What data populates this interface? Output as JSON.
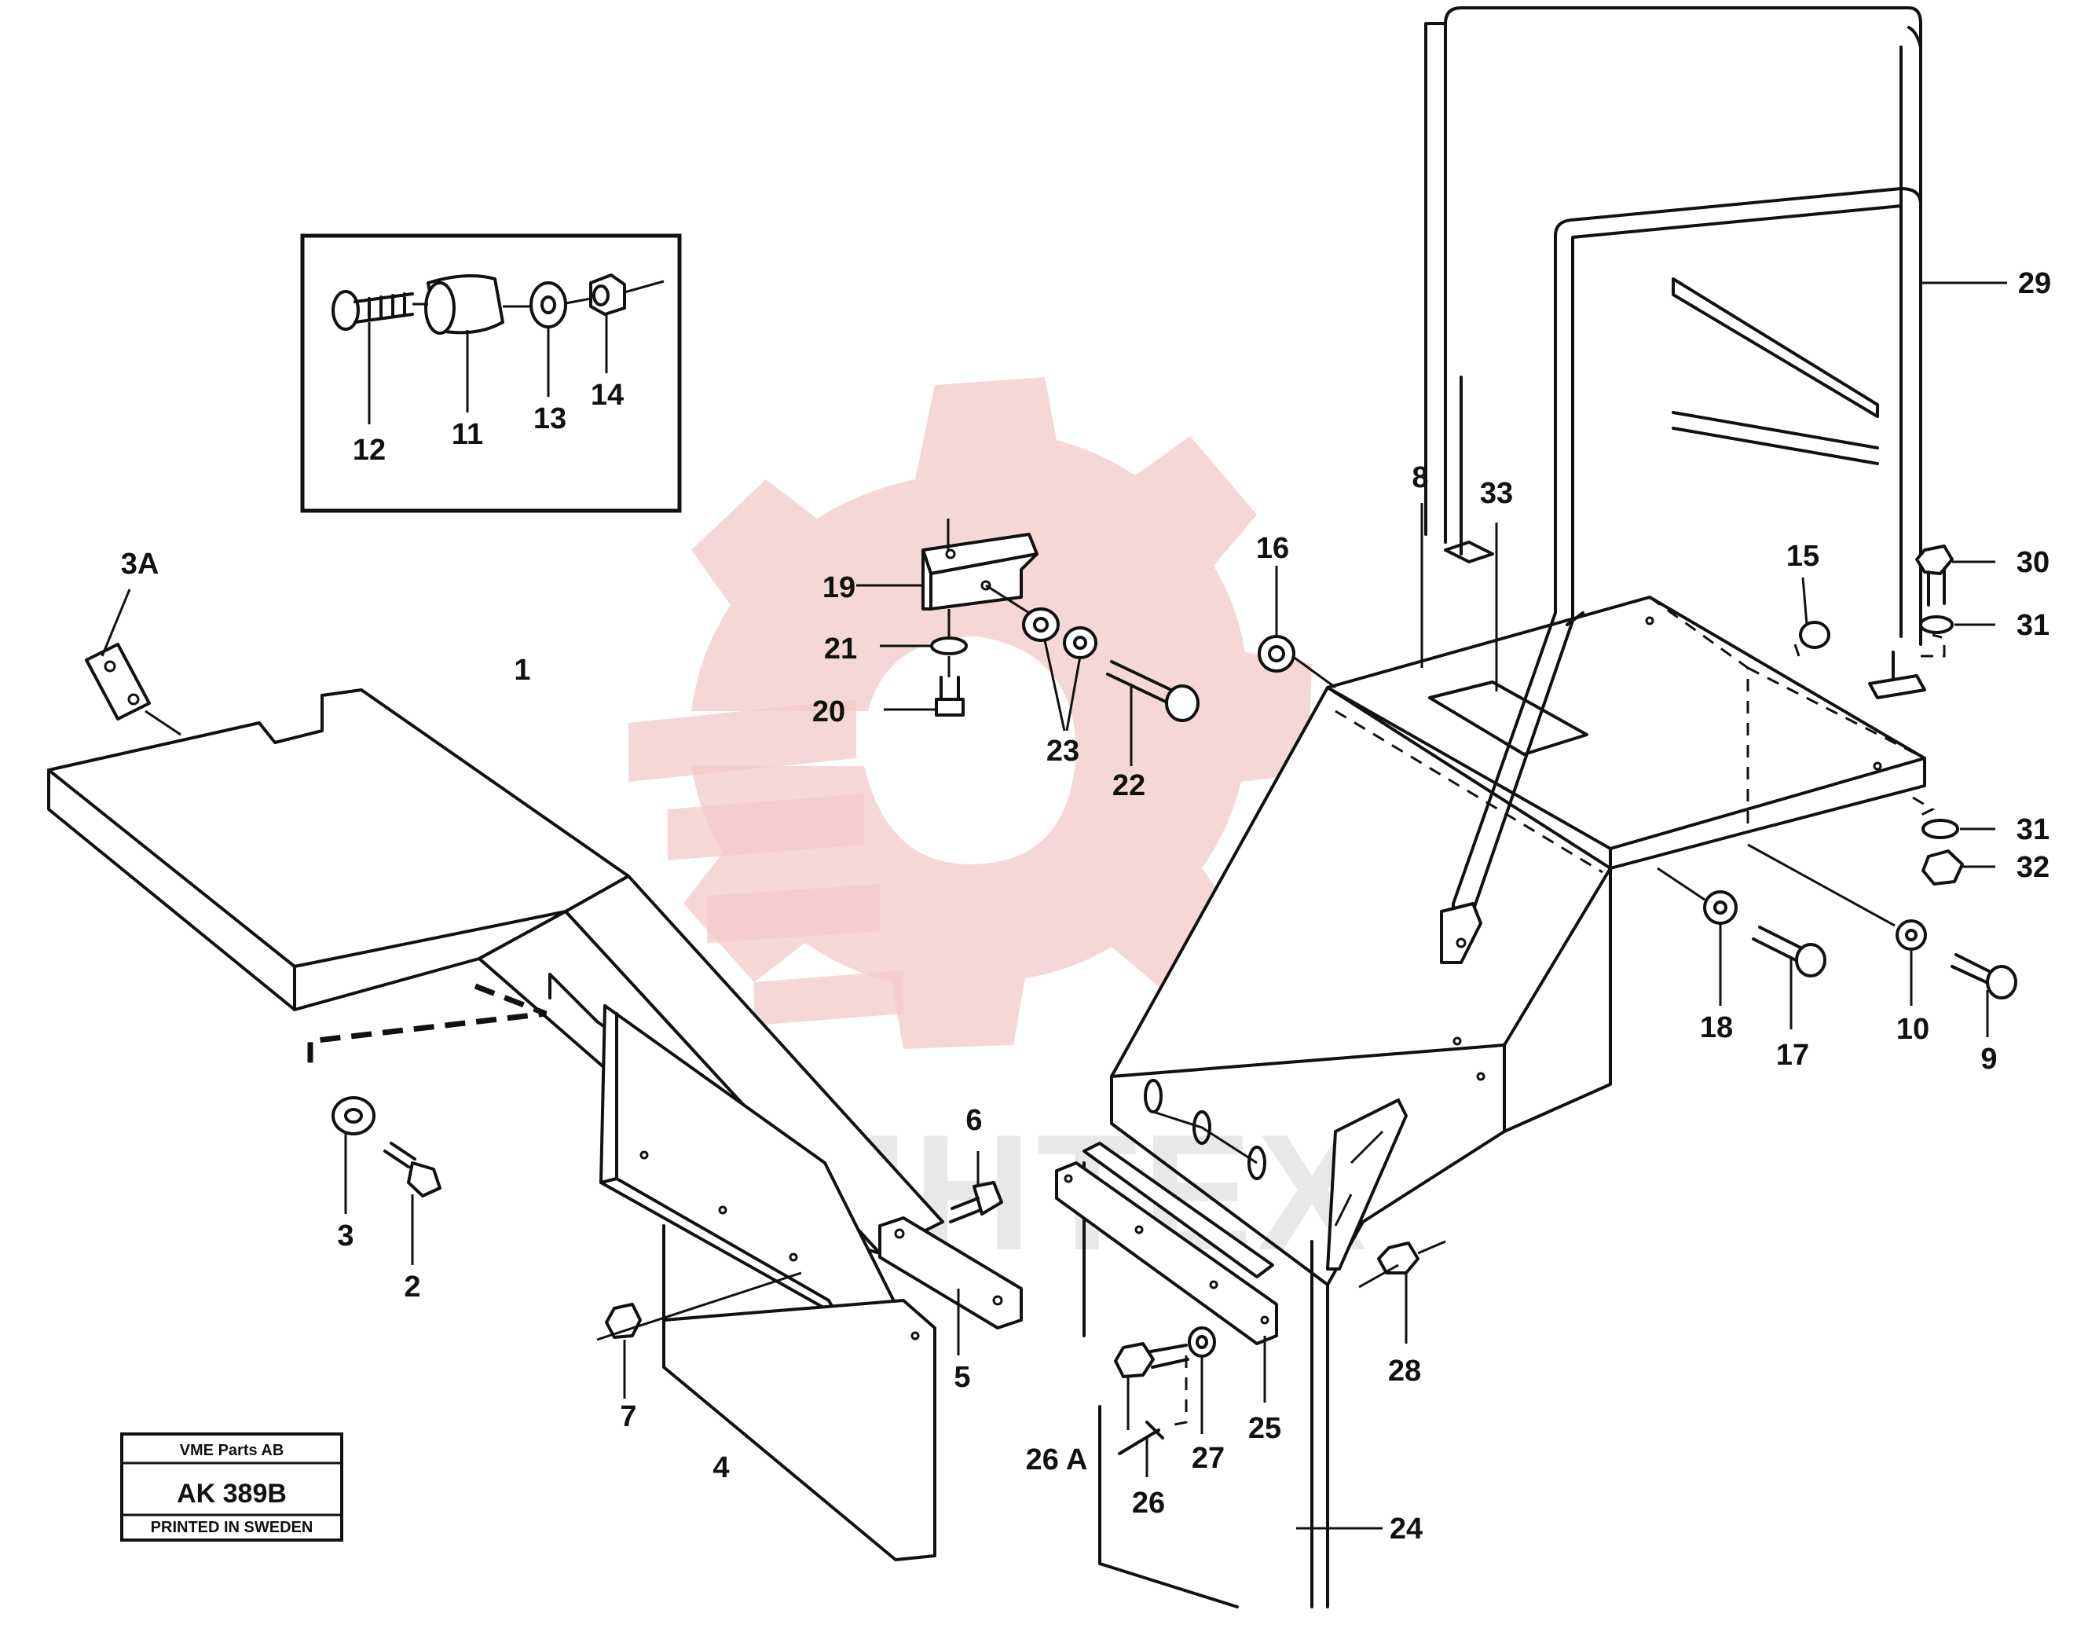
{
  "drawing": {
    "stamp": {
      "company": "VME Parts AB",
      "code": "AK 389B",
      "printed": "PRINTED IN SWEDEN"
    },
    "watermark": {
      "text": "ИНТЕХ"
    },
    "labels": {
      "l1": "1",
      "l2": "2",
      "l3": "3",
      "l3a": "3A",
      "l4": "4",
      "l5": "5",
      "l6": "6",
      "l7": "7",
      "l8": "8",
      "l9": "9",
      "l10": "10",
      "l11": "11",
      "l12": "12",
      "l13": "13",
      "l14": "14",
      "l15": "15",
      "l16": "16",
      "l17": "17",
      "l18": "18",
      "l19": "19",
      "l20": "20",
      "l21": "21",
      "l22": "22",
      "l23": "23",
      "l24": "24",
      "l25": "25",
      "l26": "26",
      "l26a": "26 A",
      "l27": "27",
      "l28": "28",
      "l29": "29",
      "l30": "30",
      "l31a": "31",
      "l31b": "31",
      "l32": "32",
      "l33": "33"
    }
  }
}
